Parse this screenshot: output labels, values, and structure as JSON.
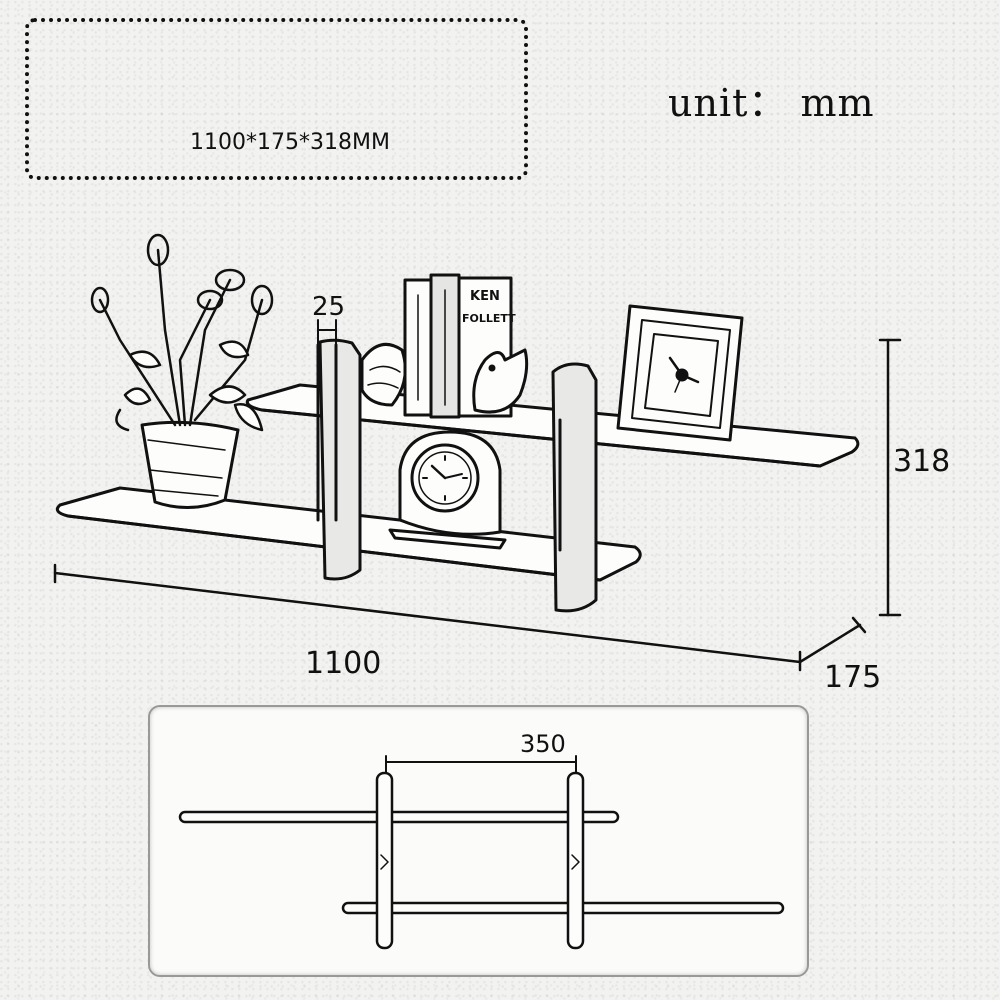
{
  "spec": {
    "dimensions_label": "1100*175*318MM",
    "unit_label": "unit： mm"
  },
  "dimensions": {
    "width": "1100",
    "depth": "175",
    "height": "318",
    "thickness": "25",
    "spacing": "350"
  },
  "products_on_shelf": {
    "book_text_1": "KEN",
    "book_text_2": "FOLLETT"
  },
  "colors": {
    "line": "#111111",
    "paper": "#f2f2f0"
  }
}
